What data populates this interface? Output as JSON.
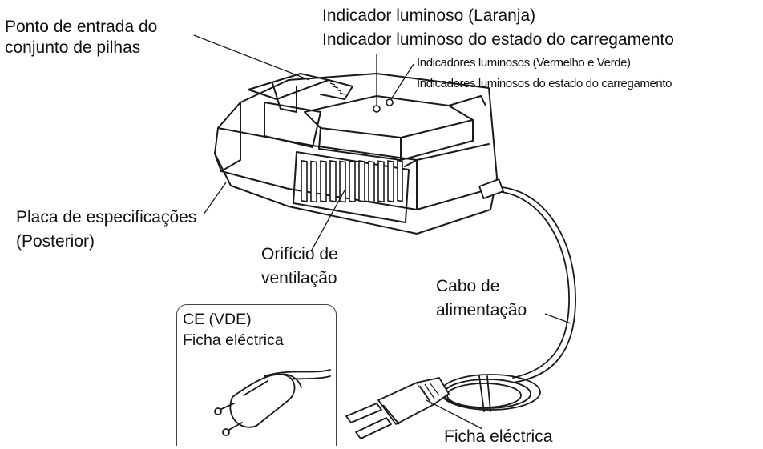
{
  "labels": {
    "battery_entry_line1": "Ponto de entrada do",
    "battery_entry_line2": "conjunto de pilhas",
    "indicator_orange": "Indicador luminoso (Laranja)",
    "indicator_charge_state": "Indicador luminoso do estado do carregamento",
    "indicators_red_green": "Indicadores luminosos (Vermelho e Verde)",
    "indicators_charge_state": "Indicadores luminosos do estado do carregamento",
    "spec_plate_line1": "Placa de especificações",
    "spec_plate_line2": "(Posterior)",
    "vent_line1": "Orifício de",
    "vent_line2": "ventilação",
    "cable_line1": "Cabo de",
    "cable_line2": "alimentação",
    "plug_main": "Ficha eléctrica",
    "inset_line1": "CE (VDE)",
    "inset_line2": "Ficha eléctrica"
  }
}
